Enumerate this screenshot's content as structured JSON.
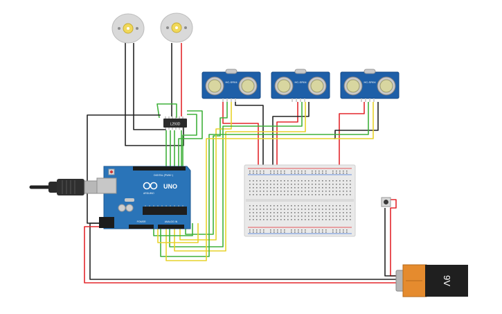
{
  "arduino": {
    "brand": "UNO",
    "maker": "ARDUINO",
    "digital_label": "DIGITAL (PWM~)",
    "power_label": "POWER",
    "analog_label": "ANALOG IN"
  },
  "driver_chip": {
    "label": "L293D"
  },
  "sensors": [
    {
      "label": "HC-SR04"
    },
    {
      "label": "HC-SR04"
    },
    {
      "label": "HC-SR04"
    }
  ],
  "battery": {
    "label": "9V"
  },
  "colors": {
    "wire_red": "#e3262b",
    "wire_black": "#222222",
    "wire_green": "#3fb13a",
    "wire_yellow": "#e7d22a",
    "arduino_blue": "#2a74b8",
    "sensor_blue": "#1e5fa8",
    "battery_orange": "#e58b2e"
  }
}
